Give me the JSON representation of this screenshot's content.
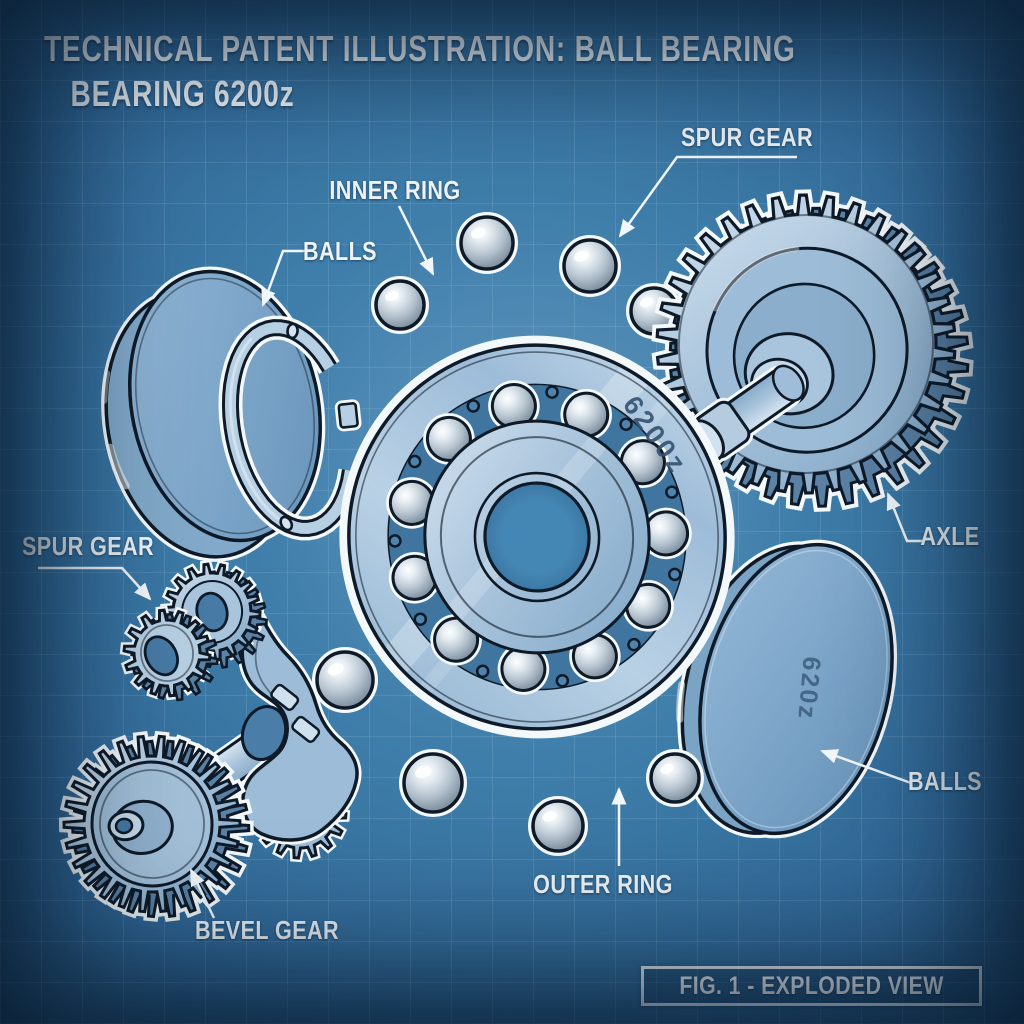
{
  "title": {
    "line1": "TECHNICAL PATENT ILLUSTRATION: BALL BEARING",
    "line2": "BEARING 6200z"
  },
  "labels": {
    "spur_gear_top": "SPUR GEAR",
    "inner_ring": "INNER RING",
    "balls_left": "BALLS",
    "spur_gear_left": "SPUR GEAR",
    "axle": "AXLE",
    "balls_right": "BALLS",
    "outer_ring": "OUTER RING",
    "bevel_gear": "BEVEL GEAR"
  },
  "markings": {
    "bearing_rim": "6200z",
    "shield_disc": "620z"
  },
  "figure_caption": "FIG. 1 - EXPLODED VIEW",
  "colors": {
    "ink": "#0e1a27",
    "halo": "#f3f8fb",
    "steel_light": "#c8daea",
    "steel_mid": "#9cbcd7",
    "steel_deep": "#6b91b3",
    "steel_shadow": "#5b81a4",
    "raceway": "#3f759e",
    "hole": "#477aa5",
    "blueprint_bg": "#3e7da9",
    "grid": "#cae5f7",
    "label_text": "#eef4f8",
    "mark_text": "#33516f"
  }
}
